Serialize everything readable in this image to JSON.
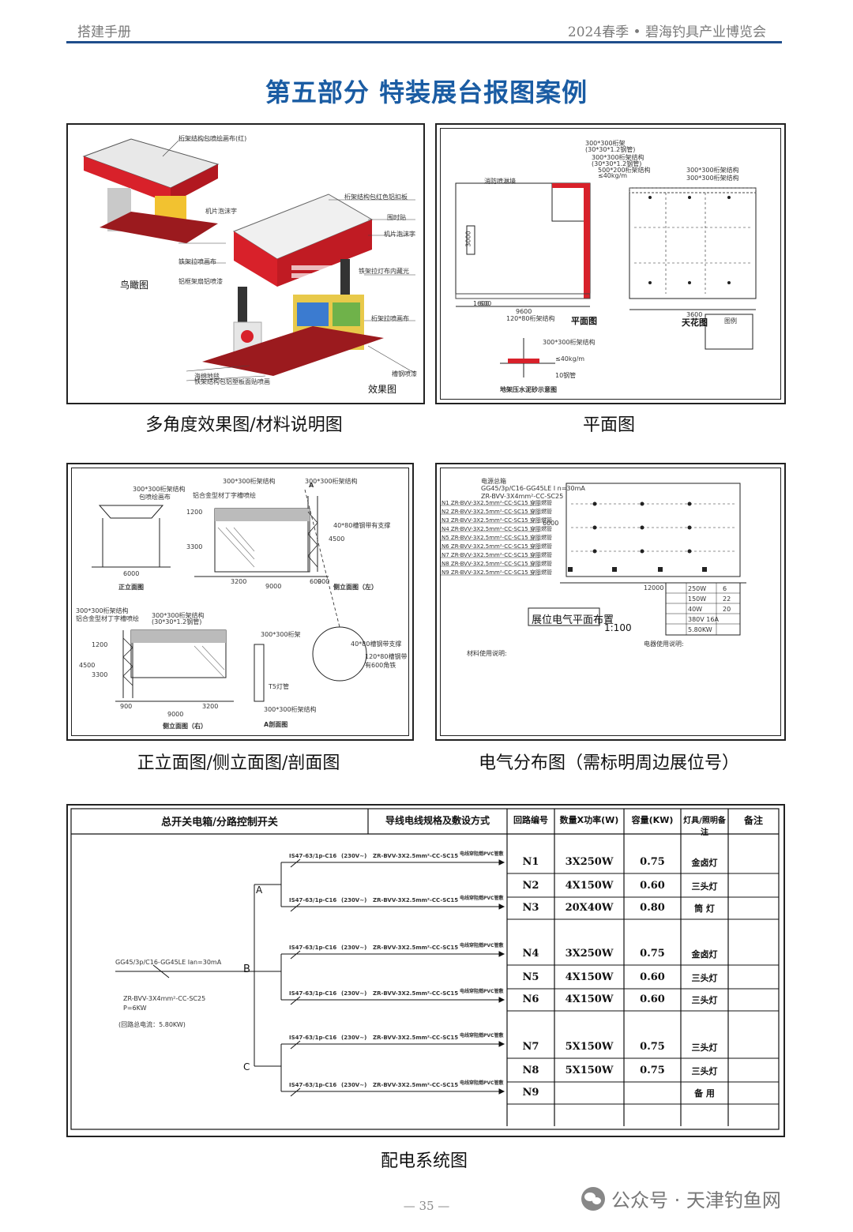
{
  "header": {
    "left": "搭建手册",
    "right": "2024春季 • 碧海钓具产业博览会"
  },
  "page_title": "第五部分 特装展台报图案例",
  "panels": {
    "effect": {
      "caption": "多角度效果图/材料说明图",
      "labels": [
        "桁架结构包喷绘画布(红)",
        "鸟瞰图",
        "桁架结构包红色铝扣板",
        "围时贴",
        "机片泡沫字",
        "机片泡沫字",
        "铁架拉喷画布",
        "铝框架扇铝喷漆",
        "铁架拉灯布内藏光",
        "桁架拉喷画布",
        "海绵地毯",
        "铁架结构包铝塑板面贴喷画",
        "槽钢喷漆",
        "效果图"
      ]
    },
    "plan": {
      "caption": "平面图",
      "labels": [
        "300*300桁架",
        "(30*30*1.2钢管)",
        "300*300桁架结构",
        "(30*30*1.2钢管)",
        "500*200桁架结构",
        "≤40kg/m",
        "300*300桁架结构",
        "300*300桁架结构",
        "消防喷淋墙",
        "平面图",
        "天花图",
        "120*80桁架结构",
        "600",
        "3000",
        "1600",
        "9600",
        "3600",
        "地架压水泥砂示意图",
        "300*300桁架结构",
        "≤40kg/m",
        "10钢管",
        "图例"
      ]
    },
    "elevation": {
      "caption": "正立面图/侧立面图/剖面图",
      "labels": [
        "300*300桁架结构",
        "300*300桁架结构",
        "300*300桁架结构",
        "包喷绘画布",
        "铝合金型材丁字槽喷绘",
        "40*80槽钢带有支撑",
        "6000",
        "1200",
        "3300",
        "4500",
        "3200",
        "9000",
        "600",
        "900",
        "正立面图",
        "侧立面图（左）",
        "300*300桁架结构",
        "铝合金型材丁字槽喷绘",
        "300*300桁架结构",
        "(30*30*1.2钢管)",
        "40*80槽钢带支撑",
        "120*80槽钢带有600角铁",
        "300*300桁架",
        "T5灯管",
        "300*300桁架结构",
        "侧立面图（右）",
        "A剖面图",
        "1200",
        "3300",
        "4500",
        "900",
        "9000",
        "3200",
        "A"
      ]
    },
    "electrical": {
      "caption": "电气分布图（需标明周边展位号）",
      "labels": [
        "电源总箱",
        "GG45/3p/C16-GG45LE I n=30mA",
        "ZR-BVV-3X4mm²-CC-SC25",
        "N1 ZR-BVV-3X2.5mm²-CC-SC15 穿阻燃管",
        "N2 ZR-BVV-3X2.5mm²-CC-SC15 穿阻燃管",
        "N3 ZR-BVV-3X2.5mm²-CC-SC15 穿阻燃管",
        "N4 ZR-BVV-3X2.5mm²-CC-SC15 穿阻燃管",
        "N5 ZR-BVV-3X2.5mm²-CC-SC15 穿阻燃管",
        "N6 ZR-BVV-3X2.5mm²-CC-SC15 穿阻燃管",
        "N7 ZR-BVV-3X2.5mm²-CC-SC15 穿阻燃管",
        "N8 ZR-BVV-3X2.5mm²-CC-SC15 穿阻燃管",
        "N9 ZR-BVV-3X2.5mm²-CC-SC15 穿阻燃管",
        "6000",
        "12000",
        "展位电气平面布置",
        "1:100",
        "材料使用说明:",
        "电器使用说明:",
        "250W",
        "150W",
        "40W",
        "380V 16A",
        "5.80KW",
        "6",
        "22",
        "20"
      ]
    }
  },
  "distribution": {
    "caption": "配电系统图",
    "headers": [
      "总开关电箱/分路控制开关",
      "导线电线规格及敷设方式",
      "回路编号",
      "数量X功率(W)",
      "容量(KW)",
      "灯具/照明备注",
      "备注"
    ],
    "branches": [
      "A",
      "B",
      "C"
    ],
    "main_switch": "GG45/3p/C16-GG45LE Ian=30mA",
    "main_cable": "ZR-BVV-3X4mm²-CC-SC25",
    "main_power": "P=6KW",
    "main_note": "(回路总电流：5.80KW)",
    "breaker": "IS47-63/1p-C16",
    "voltage": "(230V~)",
    "cable": "ZR-BVV-3X2.5mm²-CC-SC15",
    "conduit": "电线穿阻燃PVC管敷",
    "rows": [
      {
        "n": "N1",
        "qty": "3X250W",
        "kw": "0.75",
        "lamp": "金卤灯"
      },
      {
        "n": "N2",
        "qty": "4X150W",
        "kw": "0.60",
        "lamp": "三头灯"
      },
      {
        "n": "N3",
        "qty": "20X40W",
        "kw": "0.80",
        "lamp": "筒 灯"
      },
      {
        "n": "N4",
        "qty": "3X250W",
        "kw": "0.75",
        "lamp": "金卤灯"
      },
      {
        "n": "N5",
        "qty": "4X150W",
        "kw": "0.60",
        "lamp": "三头灯"
      },
      {
        "n": "N6",
        "qty": "4X150W",
        "kw": "0.60",
        "lamp": "三头灯"
      },
      {
        "n": "N7",
        "qty": "5X150W",
        "kw": "0.75",
        "lamp": "三头灯"
      },
      {
        "n": "N8",
        "qty": "5X150W",
        "kw": "0.75",
        "lamp": "三头灯"
      },
      {
        "n": "N9",
        "qty": "",
        "kw": "",
        "lamp": "备 用"
      }
    ]
  },
  "footer": {
    "page": "— 35 —",
    "watermark": "公众号 · 天津钓鱼网",
    "watermark_icon": "wechat-icon"
  },
  "colors": {
    "accent": "#1a5ca3",
    "booth_red": "#d8212a"
  }
}
